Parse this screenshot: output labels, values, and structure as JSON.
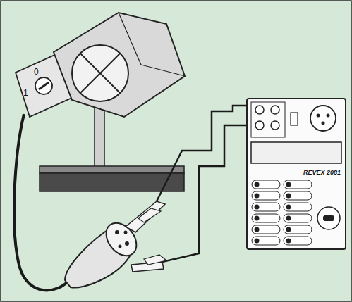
{
  "diagram": {
    "labels": [
      "0",
      "1",
      "REVEX 2081"
    ]
  }
}
